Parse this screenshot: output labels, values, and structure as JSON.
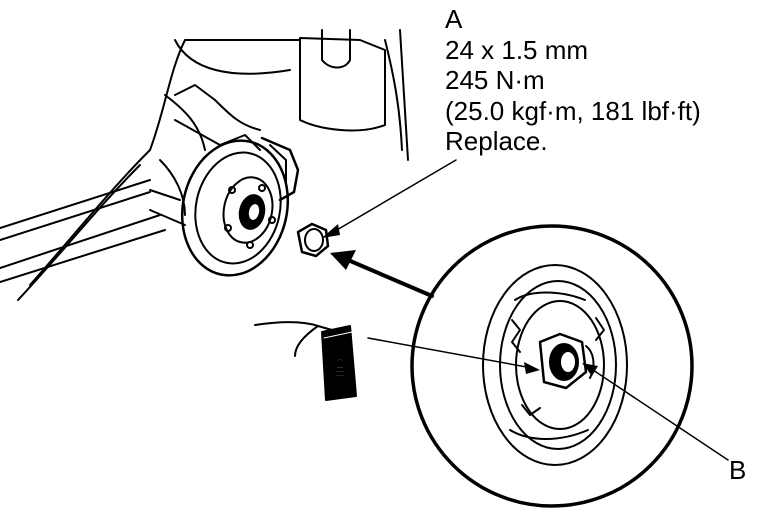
{
  "callout_a": {
    "letter": "A",
    "size": "24 x 1.5 mm",
    "torque": "245 N·m",
    "torque_alt": "(25.0 kgf·m, 181 lbf·ft)",
    "note": "Replace."
  },
  "callout_b": {
    "letter": "B"
  },
  "oil_can": {
    "label": "OIL"
  },
  "colors": {
    "line": "#000000",
    "background": "#ffffff"
  }
}
